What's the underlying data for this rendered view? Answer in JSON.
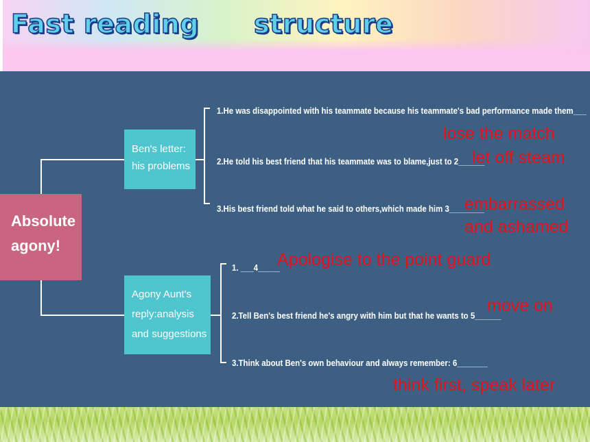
{
  "header": {
    "title_left": "Fast reading",
    "title_right": "structure"
  },
  "root": {
    "line1": "Absolute",
    "line2": "agony!"
  },
  "branch1": {
    "line1": "Ben's letter:",
    "line2": "his problems",
    "items": [
      "1.He was disappointed with his teammate because his teammate's bad performance made them___",
      "2.He told his best friend that his teammate was to blame,just to 2______",
      "3.His best friend told what he said to others,which made him  3________"
    ]
  },
  "branch2": {
    "line1": "Agony Aunt's",
    "line2": "reply:analysis",
    "line3": "and suggestions",
    "items": [
      "1.  ___4_____",
      "2.Tell Ben's best friend he's angry with him but that he  wants to 5______",
      "3.Think about Ben's own behaviour and always remember: 6_______"
    ]
  },
  "answers": {
    "a1": "lose the match",
    "a2": "let off steam",
    "a3_line1": "embarrassed",
    "a3_line2": "and ashamed",
    "a4": "Apologise to the point guard",
    "a5": "move on",
    "a6": "think first, speak later"
  },
  "colors": {
    "panel": "#3e5f84",
    "root_box": "#c9657f",
    "branch_box": "#4fc6cf",
    "answer_text": "#e8101a",
    "title_fill": "#5fd0e8"
  }
}
